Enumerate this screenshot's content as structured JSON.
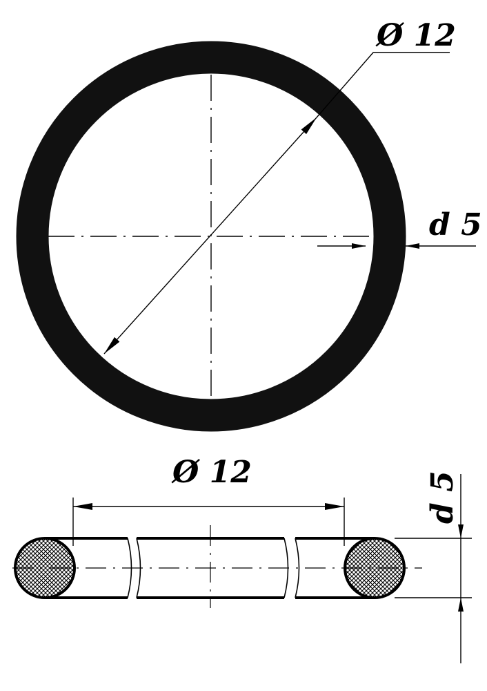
{
  "drawing": {
    "top_view": {
      "diameter_label": "Ø 12",
      "section_label": "d 5"
    },
    "side_view": {
      "diameter_label": "Ø 12",
      "section_label": "d 5"
    }
  },
  "colors": {
    "ink": "#000000",
    "paper": "#ffffff",
    "ring_fill": "#111111"
  }
}
